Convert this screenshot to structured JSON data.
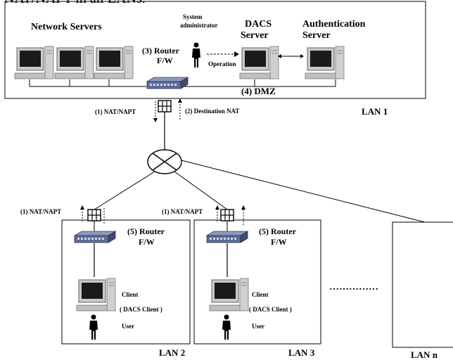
{
  "caption_partial": "NAT/NAPT in all LANs.",
  "lan1": {
    "network_servers": "Network Servers",
    "sysadmin_line1": "System",
    "sysadmin_line2": "administrator",
    "dacs_line1": "DACS",
    "dacs_line2": "Server",
    "auth_line1": "Authentication",
    "auth_line2": "Server",
    "router_line1": "(3) Router",
    "router_line2": "F/W",
    "operation": "Operation",
    "dmz": "(4) DMZ",
    "nat": "(1) NAT/NAPT",
    "dest_nat": "(2) Destination NAT",
    "label": "LAN 1"
  },
  "lan2": {
    "nat": "(1) NAT/NAPT",
    "router_line1": "(5)  Router",
    "router_line2": "F/W",
    "client_line1": "Client",
    "client_line2": "( DACS Client )",
    "user": "User",
    "label": "LAN 2"
  },
  "lan3": {
    "nat": "(1) NAT/NAPT",
    "router_line1": "(5)  Router",
    "router_line2": "F/W",
    "client_line1": "Client",
    "client_line2": "( DACS Client )",
    "user": "User",
    "label": "LAN 3"
  },
  "lann": {
    "label": "LAN n"
  },
  "ellipsis": "……………"
}
